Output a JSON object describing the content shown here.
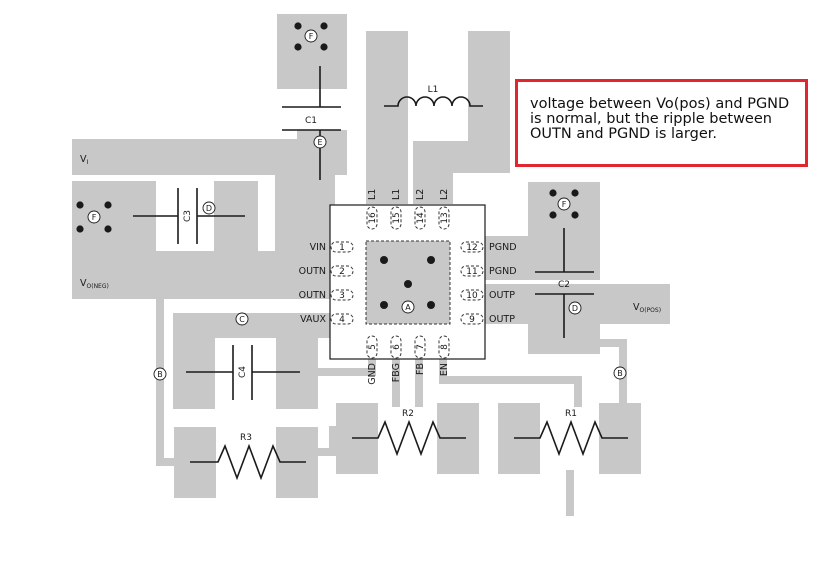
{
  "note": {
    "text": "voltage between Vo(pos) and PGND is normal, but the ripple between OUTN and PGND is larger."
  },
  "nets": {
    "vi": "V",
    "vi_sub": "I",
    "vo_neg": "V",
    "vo_neg_sub": "O(NEG)",
    "vo_pos": "V",
    "vo_pos_sub": "O(POS)"
  },
  "components": {
    "l1": "L1",
    "c1": "C1",
    "c2": "C2",
    "c3": "C3",
    "c4": "C4",
    "r1": "R1",
    "r2": "R2",
    "r3": "R3"
  },
  "ic": {
    "left_pins": [
      {
        "num": "1",
        "name": "VIN"
      },
      {
        "num": "2",
        "name": "OUTN"
      },
      {
        "num": "3",
        "name": "OUTN"
      },
      {
        "num": "4",
        "name": "VAUX"
      }
    ],
    "right_pins": [
      {
        "num": "12",
        "name": "PGND"
      },
      {
        "num": "11",
        "name": "PGND"
      },
      {
        "num": "10",
        "name": "OUTP"
      },
      {
        "num": "9",
        "name": "OUTP"
      }
    ],
    "top_pins": [
      {
        "num": "16",
        "name": "L1"
      },
      {
        "num": "15",
        "name": "L1"
      },
      {
        "num": "14",
        "name": "L2"
      },
      {
        "num": "13",
        "name": "L2"
      }
    ],
    "bottom_pins": [
      {
        "num": "5",
        "name": "GND"
      },
      {
        "num": "6",
        "name": "FBG"
      },
      {
        "num": "7",
        "name": "FB"
      },
      {
        "num": "8",
        "name": "EN"
      }
    ]
  },
  "markers": {
    "a": "A",
    "b": "B",
    "c": "C",
    "d": "D",
    "e": "E",
    "f": "F"
  },
  "colors": {
    "copper": "#c8c8c8",
    "trace": "#c8c8c8",
    "ink": "#1a1a1a",
    "note_border": "#e0262e"
  }
}
